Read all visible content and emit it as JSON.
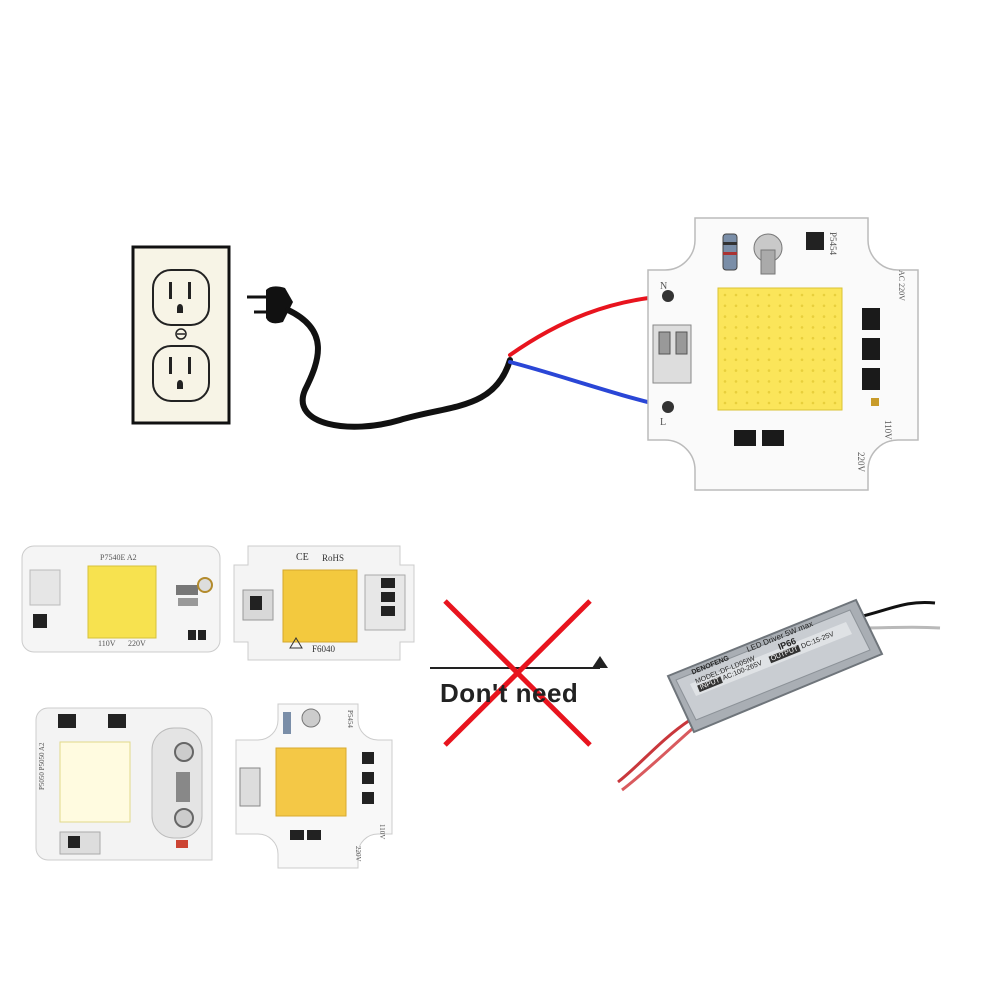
{
  "main_chip": {
    "model": "P5454",
    "rating": "AC 220V",
    "pin_n": "N",
    "pin_l": "L",
    "volt_110": "110V",
    "volt_220": "220V",
    "wire_colors": {
      "n": "#e8141e",
      "l": "#2a46d6",
      "cord": "#111111"
    }
  },
  "variants": {
    "a": {
      "model": "P7540E  A2",
      "volt_110": "110V",
      "volt_220": "220V"
    },
    "b": {
      "ce": "CE",
      "rohs": "RoHS",
      "model": "F6040"
    },
    "c": {
      "model": "P5050  P5050  A2"
    },
    "d": {
      "model": "P5454",
      "volt_110": "110V",
      "volt_220": "220V"
    }
  },
  "no_need": {
    "text": "Don't need",
    "cross_color": "#e8141e"
  },
  "driver": {
    "brand": "DENOFENG",
    "title": "LED Driver 5W max",
    "ip": "IP66",
    "model": "MODEL:DF-LD05IW",
    "input_label": "INPUT",
    "output_label": "OUTPUT",
    "input_spec": "AC:100-265V",
    "output_spec": "DC:15-25V"
  }
}
